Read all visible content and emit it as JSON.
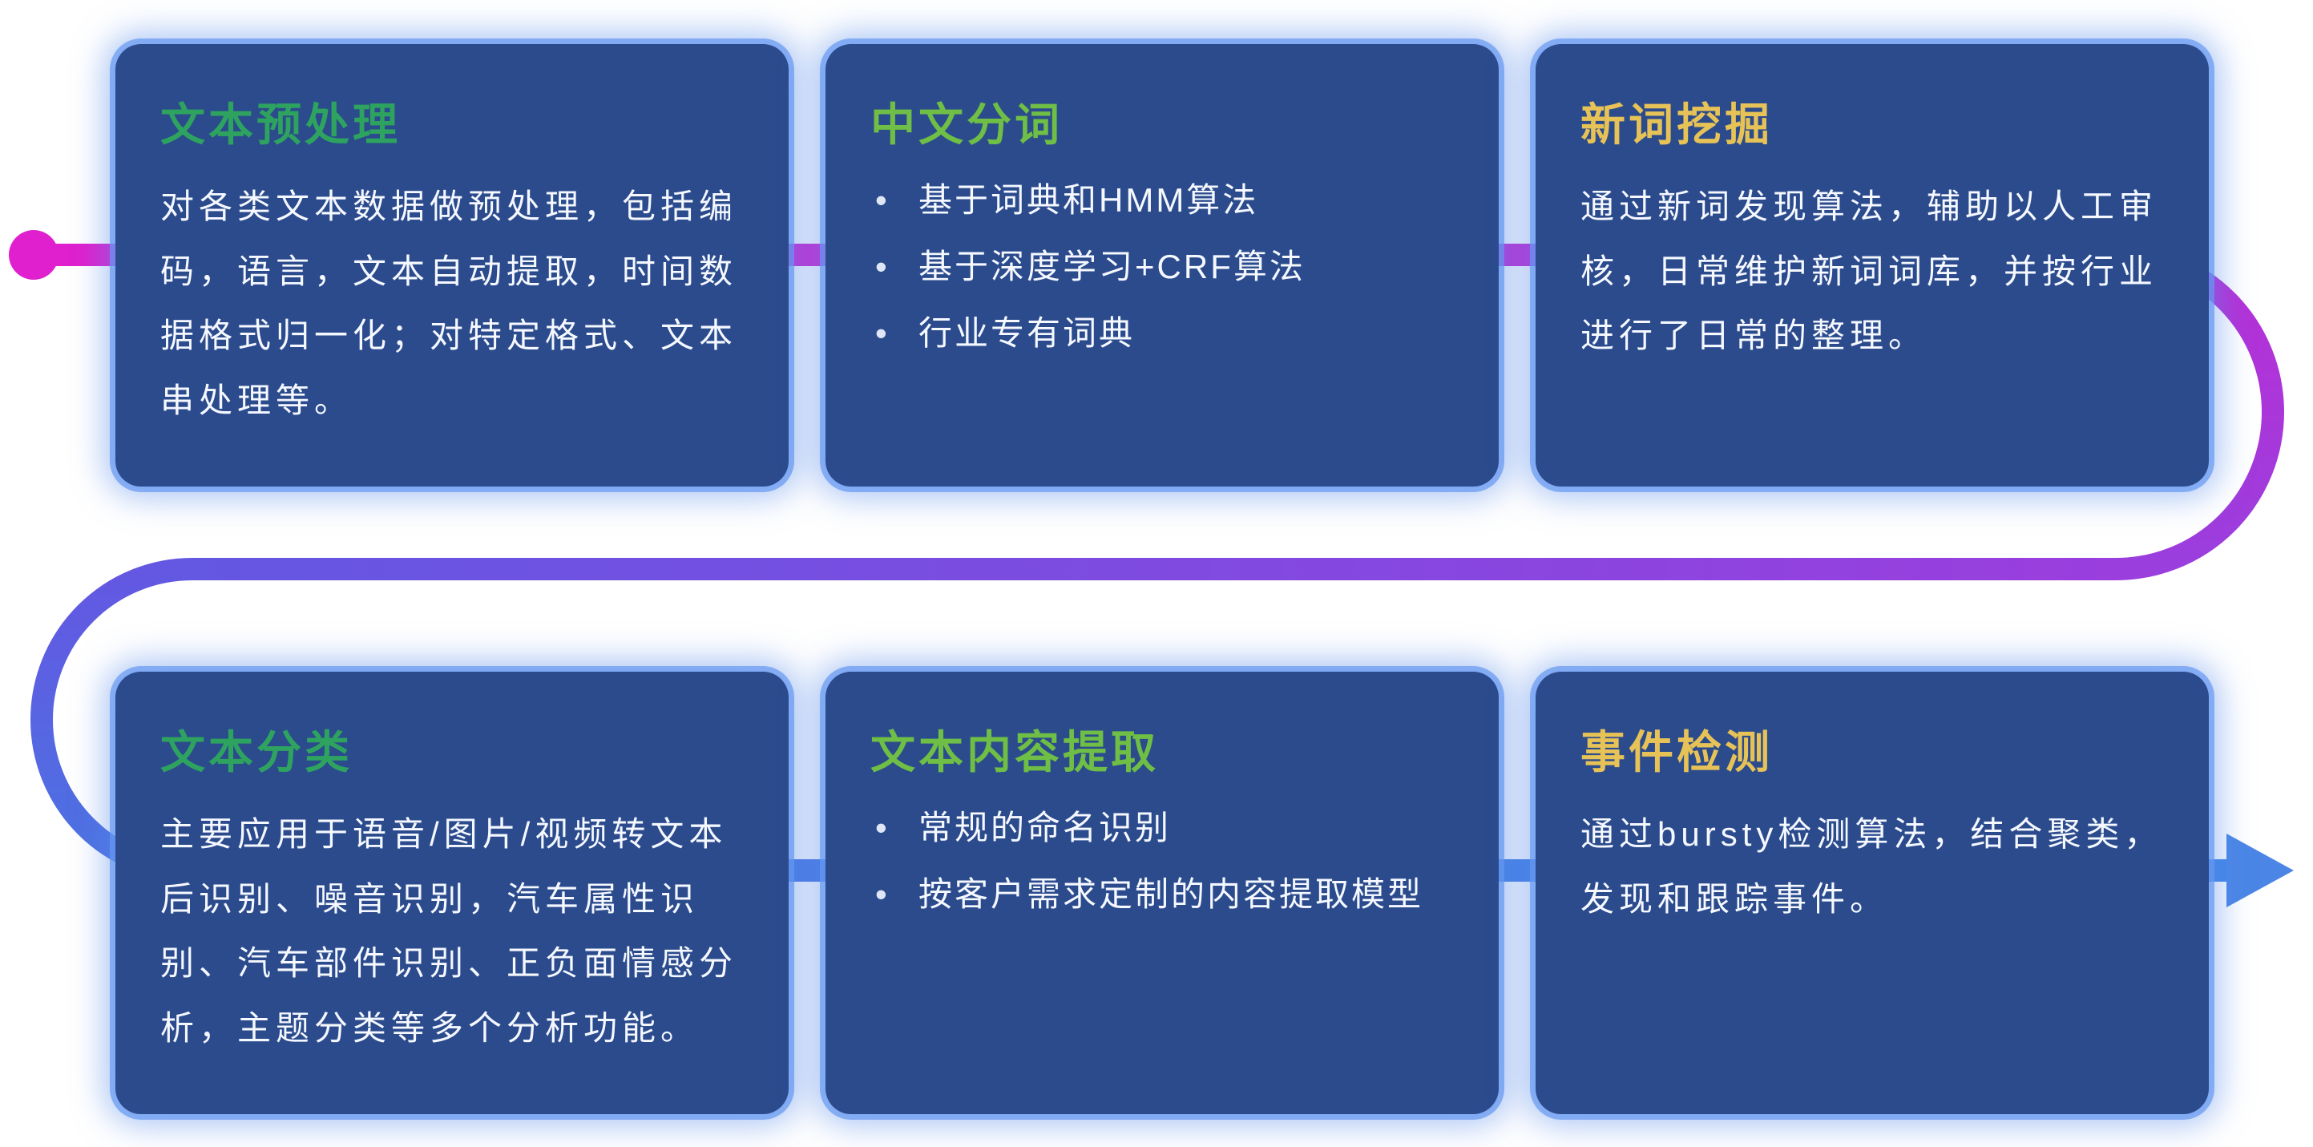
{
  "colors": {
    "card_background": "#2b4b8d",
    "card_glow": "#6599f2",
    "body_text": "#f5f8ff",
    "title_green": "#2ea35f",
    "title_lime": "#6fbe45",
    "title_gold": "#e6c257",
    "flow_start_magenta": "#e020ce",
    "flow_mid_purple": "#9a3ede",
    "flow_end_blue": "#4b86e6"
  },
  "flow": {
    "start_marker": "magenta-dot",
    "end_marker": "blue-arrow-right"
  },
  "cards": [
    {
      "title": "文本预处理",
      "title_color": "#2ea35f",
      "body": "对各类文本数据做预处理，包括编码，语言，文本自动提取，时间数据格式归一化；对特定格式、文本串处理等。"
    },
    {
      "title": "中文分词",
      "title_color": "#6fbe45",
      "bullets": [
        "基于词典和HMM算法",
        "基于深度学习+CRF算法",
        "行业专有词典"
      ]
    },
    {
      "title": "新词挖掘",
      "title_color": "#e6c257",
      "body": "通过新词发现算法，辅助以人工审核，日常维护新词词库，并按行业进行了日常的整理。"
    },
    {
      "title": "文本分类",
      "title_color": "#2ea35f",
      "body": "主要应用于语音/图片/视频转文本后识别、噪音识别，汽车属性识别、汽车部件识别、正负面情感分析，主题分类等多个分析功能。"
    },
    {
      "title": "文本内容提取",
      "title_color": "#6fbe45",
      "bullets": [
        "常规的命名识别",
        "按客户需求定制的内容提取模型"
      ]
    },
    {
      "title": "事件检测",
      "title_color": "#e6c257",
      "body": "通过bursty检测算法，结合聚类，发现和跟踪事件。"
    }
  ]
}
